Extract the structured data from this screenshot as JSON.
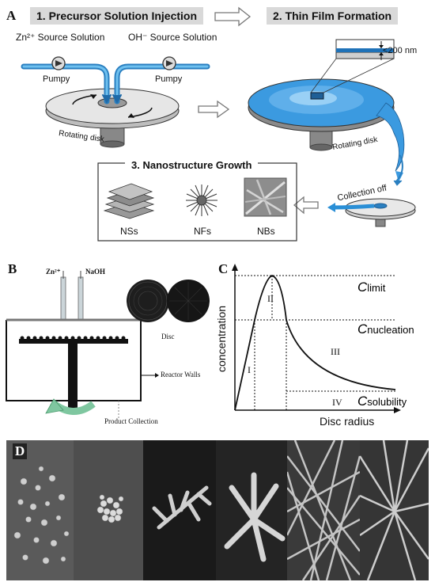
{
  "panelA": {
    "letter": "A",
    "step1": "1. Precursor Solution Injection",
    "step2": "2. Thin Film Formation",
    "step3": "3. Nanostructure Growth",
    "zn_source": "Zn²⁺ Source Solution",
    "oh_source": "OH⁻ Source Solution",
    "pump_left": "Pumpy",
    "pump_right": "Pumpy",
    "thickness": "<200 nm",
    "rotating_disk_1": "Rotating disk",
    "rotating_disk_2": "Rotating disk",
    "collection": "Collection off",
    "ns": "NSs",
    "nf": "NFs",
    "nb": "NBs"
  },
  "panelB": {
    "letter": "B",
    "zn": "Zn²⁺",
    "naoh": "NaOH",
    "disc": "Disc",
    "walls": "Reactor Walls",
    "collection": "Product Collection"
  },
  "panelC": {
    "letter": "C",
    "ylabel": "concentration",
    "xlabel": "Disc radius",
    "c_limit": "C",
    "c_limit_sub": "limit",
    "c_nucleation": "C",
    "c_nucleation_sub": "nucleation",
    "c_solubility": "C",
    "c_solubility_sub": "solubility",
    "region1": "I",
    "region2": "II",
    "region3": "III",
    "region4": "IV"
  },
  "panelD": {
    "letter": "D"
  },
  "colors": {
    "film_blue": "#2a8fd6",
    "pipe_blue": "#4aa3df",
    "label_bg": "#d9d9d9",
    "arrow_green": "#7fc7a0"
  }
}
